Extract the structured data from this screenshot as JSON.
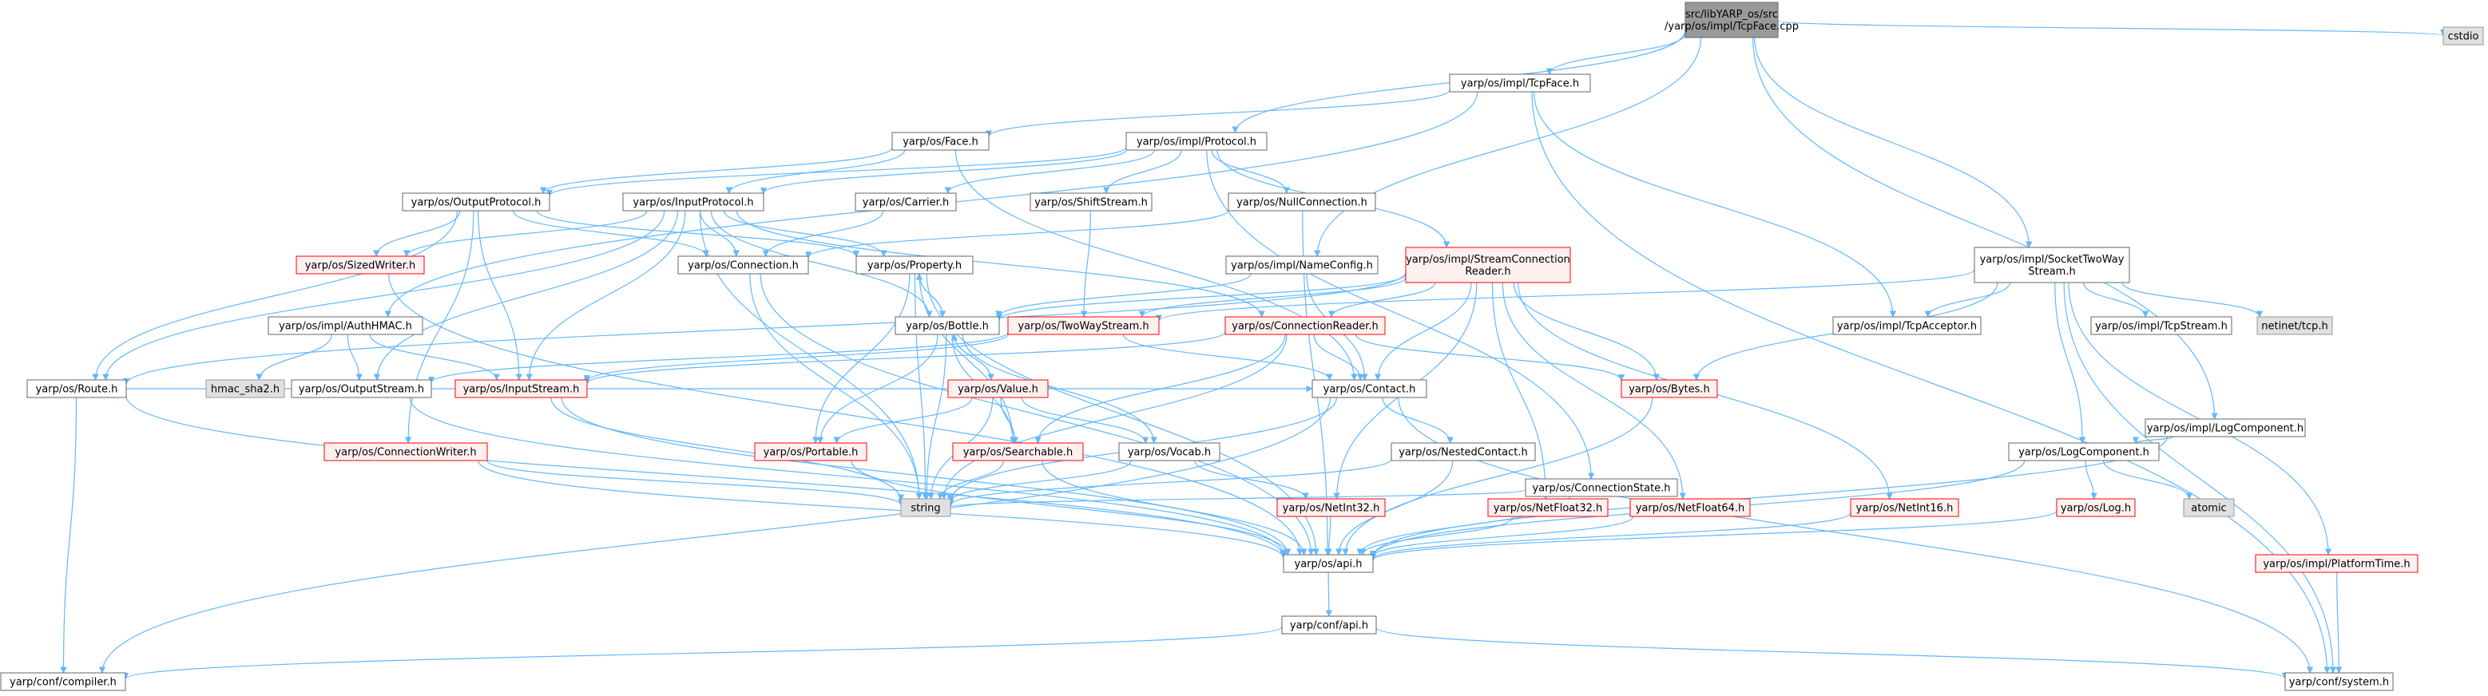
{
  "colors": {
    "edge": "#63b8ff",
    "red_node_border": "#ff0000",
    "root_fill": "#999999",
    "external_fill": "#e0e0e0"
  },
  "nodes": [
    {
      "id": "tcpface_cpp",
      "kind": "root",
      "lines": [
        "src/libYARP_os/src",
        "/yarp/os/impl/TcpFace.cpp"
      ]
    },
    {
      "id": "cstdio",
      "kind": "gray",
      "lines": [
        "cstdio"
      ]
    },
    {
      "id": "tcpface_h",
      "kind": "normal",
      "lines": [
        "yarp/os/impl/TcpFace.h"
      ]
    },
    {
      "id": "face_h",
      "kind": "normal",
      "lines": [
        "yarp/os/Face.h"
      ]
    },
    {
      "id": "protocol_h",
      "kind": "normal",
      "lines": [
        "yarp/os/impl/Protocol.h"
      ]
    },
    {
      "id": "outputprotocol_h",
      "kind": "normal",
      "lines": [
        "yarp/os/OutputProtocol.h"
      ]
    },
    {
      "id": "inputprotocol_h",
      "kind": "normal",
      "lines": [
        "yarp/os/InputProtocol.h"
      ]
    },
    {
      "id": "carrier_h",
      "kind": "normal",
      "lines": [
        "yarp/os/Carrier.h"
      ]
    },
    {
      "id": "shiftstream_h",
      "kind": "normal",
      "lines": [
        "yarp/os/ShiftStream.h"
      ]
    },
    {
      "id": "nullconnection_h",
      "kind": "normal",
      "lines": [
        "yarp/os/NullConnection.h"
      ]
    },
    {
      "id": "sizedwriter_h",
      "kind": "red",
      "lines": [
        "yarp/os/SizedWriter.h"
      ]
    },
    {
      "id": "connection_h",
      "kind": "normal",
      "lines": [
        "yarp/os/Connection.h"
      ]
    },
    {
      "id": "property_h",
      "kind": "normal",
      "lines": [
        "yarp/os/Property.h"
      ]
    },
    {
      "id": "nameconfig_h",
      "kind": "normal",
      "lines": [
        "yarp/os/impl/NameConfig.h"
      ]
    },
    {
      "id": "streamconnectionreader_h",
      "kind": "red",
      "lines": [
        "yarp/os/impl/StreamConnection",
        "Reader.h"
      ]
    },
    {
      "id": "sockettwowaystream_h",
      "kind": "normal",
      "lines": [
        "yarp/os/impl/SocketTwoWay",
        "Stream.h"
      ]
    },
    {
      "id": "authhmac_h",
      "kind": "normal",
      "lines": [
        "yarp/os/impl/AuthHMAC.h"
      ]
    },
    {
      "id": "bottle_h",
      "kind": "normal",
      "lines": [
        "yarp/os/Bottle.h"
      ]
    },
    {
      "id": "twowaystream_h",
      "kind": "red",
      "lines": [
        "yarp/os/TwoWayStream.h"
      ]
    },
    {
      "id": "connectionreader_h",
      "kind": "red",
      "lines": [
        "yarp/os/ConnectionReader.h"
      ]
    },
    {
      "id": "tcpacceptor_h",
      "kind": "normal",
      "lines": [
        "yarp/os/impl/TcpAcceptor.h"
      ]
    },
    {
      "id": "tcpstream_h",
      "kind": "normal",
      "lines": [
        "yarp/os/impl/TcpStream.h"
      ]
    },
    {
      "id": "netinet_tcp_h",
      "kind": "gray",
      "lines": [
        "netinet/tcp.h"
      ]
    },
    {
      "id": "hmac_sha2_h",
      "kind": "gray",
      "lines": [
        "hmac_sha2.h"
      ]
    },
    {
      "id": "route_h",
      "kind": "normal",
      "lines": [
        "yarp/os/Route.h"
      ]
    },
    {
      "id": "outputstream_h",
      "kind": "normal",
      "lines": [
        "yarp/os/OutputStream.h"
      ]
    },
    {
      "id": "inputstream_h",
      "kind": "red",
      "lines": [
        "yarp/os/InputStream.h"
      ]
    },
    {
      "id": "value_h",
      "kind": "red",
      "lines": [
        "yarp/os/Value.h"
      ]
    },
    {
      "id": "contact_h",
      "kind": "normal",
      "lines": [
        "yarp/os/Contact.h"
      ]
    },
    {
      "id": "bytes_h",
      "kind": "red",
      "lines": [
        "yarp/os/Bytes.h"
      ]
    },
    {
      "id": "logcomponent_impl_h",
      "kind": "normal",
      "lines": [
        "yarp/os/impl/LogComponent.h"
      ]
    },
    {
      "id": "logcomponent_h",
      "kind": "normal",
      "lines": [
        "yarp/os/LogComponent.h"
      ]
    },
    {
      "id": "connectionwriter_h",
      "kind": "red",
      "lines": [
        "yarp/os/ConnectionWriter.h"
      ]
    },
    {
      "id": "portable_h",
      "kind": "red",
      "lines": [
        "yarp/os/Portable.h"
      ]
    },
    {
      "id": "searchable_h",
      "kind": "red",
      "lines": [
        "yarp/os/Searchable.h"
      ]
    },
    {
      "id": "vocab_h",
      "kind": "normal",
      "lines": [
        "yarp/os/Vocab.h"
      ]
    },
    {
      "id": "nestedcontact_h",
      "kind": "normal",
      "lines": [
        "yarp/os/NestedContact.h"
      ]
    },
    {
      "id": "connectionstate_h",
      "kind": "normal",
      "lines": [
        "yarp/os/ConnectionState.h"
      ]
    },
    {
      "id": "string",
      "kind": "gray",
      "lines": [
        "string"
      ]
    },
    {
      "id": "netint32_h",
      "kind": "red",
      "lines": [
        "yarp/os/NetInt32.h"
      ]
    },
    {
      "id": "netfloat32_h",
      "kind": "red",
      "lines": [
        "yarp/os/NetFloat32.h"
      ]
    },
    {
      "id": "netfloat64_h",
      "kind": "red",
      "lines": [
        "yarp/os/NetFloat64.h"
      ]
    },
    {
      "id": "netint16_h",
      "kind": "red",
      "lines": [
        "yarp/os/NetInt16.h"
      ]
    },
    {
      "id": "log_h",
      "kind": "red",
      "lines": [
        "yarp/os/Log.h"
      ]
    },
    {
      "id": "atomic",
      "kind": "gray",
      "lines": [
        "atomic"
      ]
    },
    {
      "id": "platformtime_h",
      "kind": "red",
      "lines": [
        "yarp/os/impl/PlatformTime.h"
      ]
    },
    {
      "id": "api_os_h",
      "kind": "normal",
      "lines": [
        "yarp/os/api.h"
      ]
    },
    {
      "id": "conf_api_h",
      "kind": "normal",
      "lines": [
        "yarp/conf/api.h"
      ]
    },
    {
      "id": "conf_compiler_h",
      "kind": "normal",
      "lines": [
        "yarp/conf/compiler.h"
      ]
    },
    {
      "id": "conf_system_h",
      "kind": "normal",
      "lines": [
        "yarp/conf/system.h"
      ]
    }
  ],
  "edges": [
    [
      "tcpface_cpp",
      "cstdio"
    ],
    [
      "tcpface_cpp",
      "tcpface_h"
    ],
    [
      "tcpface_cpp",
      "protocol_h"
    ],
    [
      "tcpface_cpp",
      "nameconfig_h"
    ],
    [
      "tcpface_cpp",
      "sockettwowaystream_h"
    ],
    [
      "tcpface_cpp",
      "logcomponent_impl_h"
    ],
    [
      "tcpface_h",
      "face_h"
    ],
    [
      "tcpface_h",
      "authhmac_h"
    ],
    [
      "tcpface_h",
      "tcpacceptor_h"
    ],
    [
      "tcpface_h",
      "conf_system_h"
    ],
    [
      "face_h",
      "outputprotocol_h"
    ],
    [
      "face_h",
      "inputprotocol_h"
    ],
    [
      "face_h",
      "contact_h"
    ],
    [
      "protocol_h",
      "outputprotocol_h"
    ],
    [
      "protocol_h",
      "inputprotocol_h"
    ],
    [
      "protocol_h",
      "carrier_h"
    ],
    [
      "protocol_h",
      "shiftstream_h"
    ],
    [
      "protocol_h",
      "nullconnection_h"
    ],
    [
      "protocol_h",
      "streamconnectionreader_h"
    ],
    [
      "protocol_h",
      "connectionstate_h"
    ],
    [
      "outputprotocol_h",
      "sizedwriter_h"
    ],
    [
      "outputprotocol_h",
      "connection_h"
    ],
    [
      "outputprotocol_h",
      "property_h"
    ],
    [
      "outputprotocol_h",
      "route_h"
    ],
    [
      "outputprotocol_h",
      "inputstream_h"
    ],
    [
      "outputprotocol_h",
      "connectionwriter_h"
    ],
    [
      "inputprotocol_h",
      "sizedwriter_h"
    ],
    [
      "inputprotocol_h",
      "connection_h"
    ],
    [
      "inputprotocol_h",
      "property_h"
    ],
    [
      "inputprotocol_h",
      "route_h"
    ],
    [
      "inputprotocol_h",
      "outputstream_h"
    ],
    [
      "inputprotocol_h",
      "inputstream_h"
    ],
    [
      "inputprotocol_h",
      "connectionreader_h"
    ],
    [
      "inputprotocol_h",
      "string"
    ],
    [
      "inputprotocol_h",
      "bottle_h"
    ],
    [
      "carrier_h",
      "connection_h"
    ],
    [
      "shiftstream_h",
      "twowaystream_h"
    ],
    [
      "nullconnection_h",
      "connection_h"
    ],
    [
      "nullconnection_h",
      "api_os_h"
    ],
    [
      "sizedwriter_h",
      "api_os_h"
    ],
    [
      "connection_h",
      "string"
    ],
    [
      "connection_h",
      "api_os_h"
    ],
    [
      "property_h",
      "bottle_h"
    ],
    [
      "property_h",
      "portable_h"
    ],
    [
      "property_h",
      "searchable_h"
    ],
    [
      "property_h",
      "string"
    ],
    [
      "property_h",
      "api_os_h"
    ],
    [
      "nameconfig_h",
      "bottle_h"
    ],
    [
      "nameconfig_h",
      "contact_h"
    ],
    [
      "streamconnectionreader_h",
      "connectionreader_h"
    ],
    [
      "streamconnectionreader_h",
      "twowaystream_h"
    ],
    [
      "streamconnectionreader_h",
      "bottle_h"
    ],
    [
      "streamconnectionreader_h",
      "contact_h"
    ],
    [
      "streamconnectionreader_h",
      "bytes_h"
    ],
    [
      "streamconnectionreader_h",
      "netint32_h"
    ],
    [
      "streamconnectionreader_h",
      "netint16_h"
    ],
    [
      "streamconnectionreader_h",
      "netfloat64_h"
    ],
    [
      "streamconnectionreader_h",
      "netfloat32_h"
    ],
    [
      "streamconnectionreader_h",
      "route_h"
    ],
    [
      "sockettwowaystream_h",
      "twowaystream_h"
    ],
    [
      "sockettwowaystream_h",
      "tcpacceptor_h"
    ],
    [
      "sockettwowaystream_h",
      "tcpstream_h"
    ],
    [
      "sockettwowaystream_h",
      "netinet_tcp_h"
    ],
    [
      "sockettwowaystream_h",
      "bytes_h"
    ],
    [
      "sockettwowaystream_h",
      "logcomponent_h"
    ],
    [
      "sockettwowaystream_h",
      "platformtime_h"
    ],
    [
      "sockettwowaystream_h",
      "conf_system_h"
    ],
    [
      "authhmac_h",
      "hmac_sha2_h"
    ],
    [
      "authhmac_h",
      "outputstream_h"
    ],
    [
      "authhmac_h",
      "inputstream_h"
    ],
    [
      "bottle_h",
      "property_h"
    ],
    [
      "bottle_h",
      "value_h"
    ],
    [
      "bottle_h",
      "portable_h"
    ],
    [
      "bottle_h",
      "searchable_h"
    ],
    [
      "bottle_h",
      "vocab_h"
    ],
    [
      "bottle_h",
      "string"
    ],
    [
      "twowaystream_h",
      "outputstream_h"
    ],
    [
      "twowaystream_h",
      "inputstream_h"
    ],
    [
      "twowaystream_h",
      "contact_h"
    ],
    [
      "connectionreader_h",
      "bytes_h"
    ],
    [
      "connectionreader_h",
      "contact_h"
    ],
    [
      "connectionreader_h",
      "searchable_h"
    ],
    [
      "connectionreader_h",
      "string"
    ],
    [
      "connectionreader_h",
      "inputstream_h"
    ],
    [
      "route_h",
      "contact_h"
    ],
    [
      "route_h",
      "api_os_h"
    ],
    [
      "route_h",
      "conf_compiler_h"
    ],
    [
      "outputstream_h",
      "api_os_h"
    ],
    [
      "inputstream_h",
      "string"
    ],
    [
      "inputstream_h",
      "api_os_h"
    ],
    [
      "value_h",
      "bottle_h"
    ],
    [
      "value_h",
      "portable_h"
    ],
    [
      "value_h",
      "searchable_h"
    ],
    [
      "value_h",
      "vocab_h"
    ],
    [
      "value_h",
      "string"
    ],
    [
      "contact_h",
      "nestedcontact_h"
    ],
    [
      "contact_h",
      "string"
    ],
    [
      "contact_h",
      "conf_compiler_h"
    ],
    [
      "contact_h",
      "conf_system_h"
    ],
    [
      "bytes_h",
      "api_os_h"
    ],
    [
      "logcomponent_impl_h",
      "logcomponent_h"
    ],
    [
      "logcomponent_impl_h",
      "api_os_h"
    ],
    [
      "logcomponent_h",
      "log_h"
    ],
    [
      "logcomponent_h",
      "atomic"
    ],
    [
      "logcomponent_h",
      "api_os_h"
    ],
    [
      "connectionwriter_h",
      "string"
    ],
    [
      "connectionwriter_h",
      "api_os_h"
    ],
    [
      "portable_h",
      "api_os_h"
    ],
    [
      "searchable_h",
      "string"
    ],
    [
      "searchable_h",
      "api_os_h"
    ],
    [
      "vocab_h",
      "string"
    ],
    [
      "vocab_h",
      "netint32_h"
    ],
    [
      "nestedcontact_h",
      "string"
    ],
    [
      "nestedcontact_h",
      "api_os_h"
    ],
    [
      "connectionstate_h",
      "api_os_h"
    ],
    [
      "connectionstate_h",
      "string"
    ],
    [
      "netint32_h",
      "api_os_h"
    ],
    [
      "netfloat32_h",
      "api_os_h"
    ],
    [
      "netfloat64_h",
      "api_os_h"
    ],
    [
      "netint16_h",
      "api_os_h"
    ],
    [
      "log_h",
      "api_os_h"
    ],
    [
      "platformtime_h",
      "conf_system_h"
    ],
    [
      "api_os_h",
      "conf_api_h"
    ],
    [
      "conf_api_h",
      "conf_compiler_h"
    ],
    [
      "conf_api_h",
      "conf_system_h"
    ]
  ]
}
